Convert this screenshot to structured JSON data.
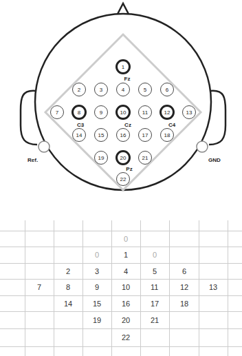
{
  "diagram": {
    "nodes": [
      {
        "text": [
          "1",
          "Fz"
        ]
      },
      {
        "text": [
          "2"
        ]
      },
      {
        "text": [
          "3"
        ]
      },
      {
        "text": [
          "4"
        ]
      },
      {
        "text": [
          "5"
        ]
      },
      {
        "text": [
          "6"
        ]
      },
      {
        "text": [
          "7"
        ]
      },
      {
        "text": [
          "8",
          "C3"
        ]
      },
      {
        "text": [
          "9"
        ]
      },
      {
        "text": [
          "10",
          "Cz"
        ]
      },
      {
        "text": [
          "11"
        ]
      },
      {
        "text": [
          "12",
          "C4"
        ]
      },
      {
        "text": [
          "13"
        ]
      },
      {
        "text": [
          "14"
        ]
      },
      {
        "text": [
          "15"
        ]
      },
      {
        "text": [
          "16"
        ]
      },
      {
        "text": [
          "17"
        ]
      },
      {
        "text": [
          "18"
        ]
      },
      {
        "text": [
          "19"
        ]
      },
      {
        "text": [
          "20",
          "Pz"
        ]
      },
      {
        "text": [
          "21"
        ]
      },
      {
        "text": [
          "22"
        ]
      }
    ],
    "labels": [
      "Ref.",
      "GND",
      "0",
      "0",
      "1",
      "0",
      "2",
      "3",
      "4",
      "5",
      "6",
      "7",
      "8",
      "9",
      "10",
      "11",
      "12",
      "13",
      "14",
      "15",
      "16",
      "17",
      "18",
      "19",
      "20",
      "21",
      "22"
    ]
  }
}
